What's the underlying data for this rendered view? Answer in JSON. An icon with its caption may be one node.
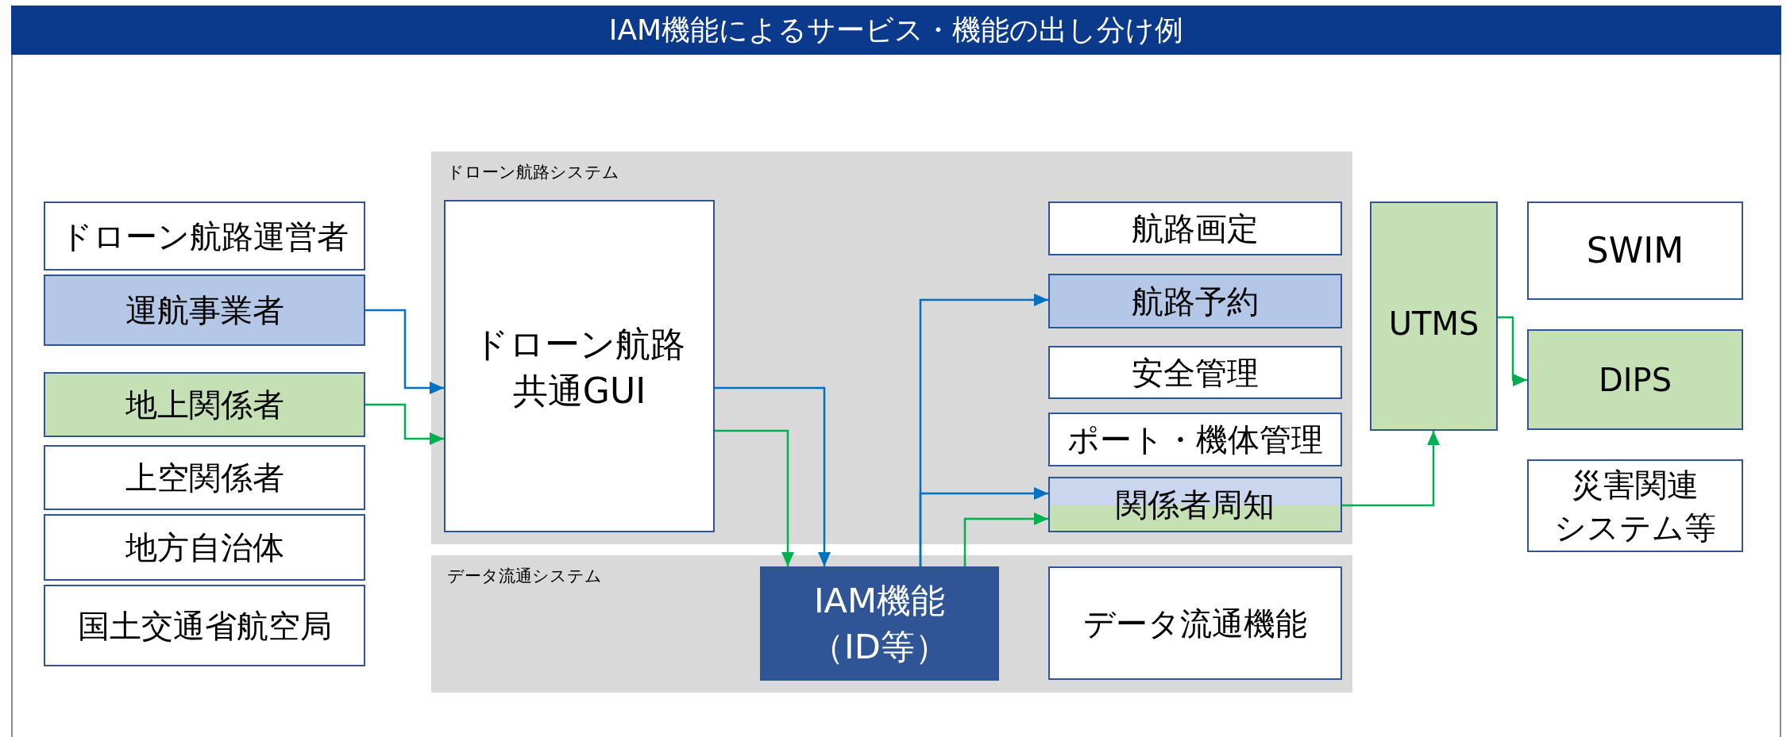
{
  "diagram": {
    "title": "IAM機能によるサービス・機能の出し分け例",
    "nodes": [
      {
        "text": [
          "ドローン航路運営者"
        ]
      },
      {
        "text": [
          "運航事業者"
        ]
      },
      {
        "text": [
          "地上関係者"
        ]
      },
      {
        "text": [
          "上空関係者"
        ]
      },
      {
        "text": [
          "地方自治体"
        ]
      },
      {
        "text": [
          "国土交通省航空局"
        ]
      },
      {
        "text": [
          "ドローン航路システム"
        ]
      },
      {
        "text": [
          "ドローン航路共通GUI"
        ],
        "in": 6
      },
      {
        "text": [
          "航路画定"
        ],
        "in": 6
      },
      {
        "text": [
          "航路予約"
        ],
        "in": 6
      },
      {
        "text": [
          "安全管理"
        ],
        "in": 6
      },
      {
        "text": [
          "ポート・機体管理"
        ],
        "in": 6
      },
      {
        "text": [
          "関係者周知"
        ],
        "in": 6
      },
      {
        "text": [
          "データ流通システム"
        ]
      },
      {
        "text": [
          "IAM機能（ID等）"
        ],
        "in": 13
      },
      {
        "text": [
          "データ流通機能"
        ],
        "in": 13
      },
      {
        "text": [
          "UTMS"
        ]
      },
      {
        "text": [
          "SWIM"
        ]
      },
      {
        "text": [
          "DIPS"
        ]
      },
      {
        "text": [
          "災害関連システム等"
        ]
      }
    ],
    "edges": [
      {
        "from": 1,
        "to": 7,
        "arrow": "to",
        "color": "#0070c0"
      },
      {
        "from": 2,
        "to": 7,
        "arrow": "to"
      },
      {
        "from": 7,
        "to": 14,
        "arrow": "to",
        "color": "#0070c0"
      },
      {
        "from": 7,
        "to": 14,
        "arrow": "to"
      },
      {
        "from": 14,
        "to": 9,
        "arrow": "to",
        "color": "#0070c0"
      },
      {
        "from": 14,
        "to": 12,
        "arrow": "to",
        "color": "#0070c0"
      },
      {
        "from": 14,
        "to": 12,
        "arrow": "to"
      },
      {
        "from": 12,
        "to": 16,
        "arrow": "to"
      },
      {
        "from": 16,
        "to": 18,
        "arrow": "to"
      }
    ]
  }
}
